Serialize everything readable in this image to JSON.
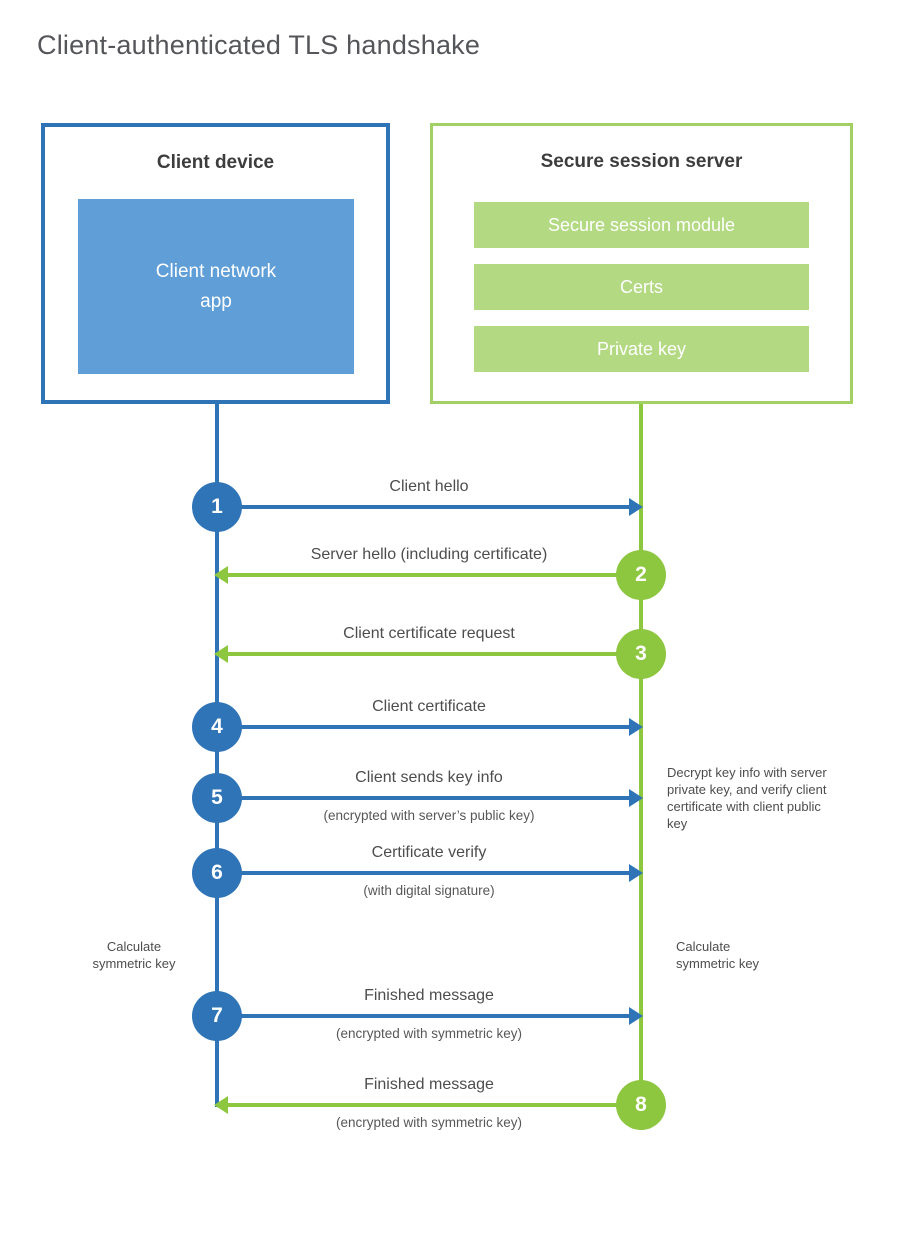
{
  "page_title": "Client-authenticated TLS handshake",
  "client_box": {
    "title": "Client device",
    "app_label": "Client network app"
  },
  "server_box": {
    "title": "Secure session server",
    "modules": [
      "Secure session module",
      "Certs",
      "Private key"
    ]
  },
  "steps": [
    {
      "num": "1",
      "from": "client",
      "label": "Client hello",
      "sublabel": ""
    },
    {
      "num": "2",
      "from": "server",
      "label": "Server hello (including certificate)",
      "sublabel": ""
    },
    {
      "num": "3",
      "from": "server",
      "label": "Client certificate request",
      "sublabel": ""
    },
    {
      "num": "4",
      "from": "client",
      "label": "Client certificate",
      "sublabel": ""
    },
    {
      "num": "5",
      "from": "client",
      "label": "Client sends key info",
      "sublabel": "(encrypted with server’s public key)"
    },
    {
      "num": "6",
      "from": "client",
      "label": "Certificate verify",
      "sublabel": "(with digital signature)"
    },
    {
      "num": "7",
      "from": "client",
      "label": "Finished message",
      "sublabel": "(encrypted with symmetric key)"
    },
    {
      "num": "8",
      "from": "server",
      "label": "Finished message",
      "sublabel": "(encrypted with symmetric key)"
    }
  ],
  "notes": {
    "decrypt": "Decrypt key info with server private key, and verify client certificate with client public key",
    "calc_client_line1": "Calculate",
    "calc_client_line2": "symmetric key",
    "calc_server_line1": "Calculate",
    "calc_server_line2": "symmetric key"
  },
  "colors": {
    "client_primary": "#2e74b7",
    "client_fill": "#5f9ed7",
    "server_primary": "#8dc63f",
    "server_box_border": "#a3d065",
    "server_fill": "#b3d982",
    "label_text": "#4d4d4d",
    "title_text": "#55565a"
  }
}
